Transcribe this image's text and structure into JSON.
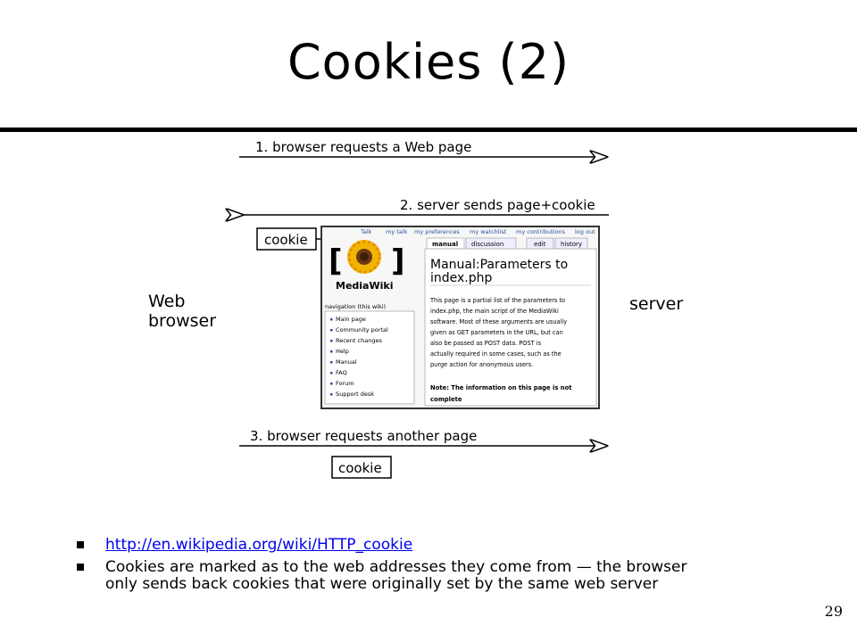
{
  "slide": {
    "title": "Cookies (2)",
    "number": "29"
  },
  "diagram": {
    "step1": "1. browser requests a Web page",
    "step2": "2. server sends page+cookie",
    "step3": "3. browser requests another page",
    "cookie_label": "cookie",
    "client_label_line1": "Web",
    "client_label_line2": "browser",
    "server_label": "server",
    "screenshot": {
      "tabs_top": [
        "Talk",
        "my talk",
        "my preferences",
        "my watchlist",
        "my contributions",
        "log out"
      ],
      "tabs": [
        "manual",
        "discussion",
        "edit",
        "history"
      ],
      "logo_text": "MediaWiki",
      "nav_heading": "navigation (this wiki)",
      "nav_items": [
        "Main page",
        "Community portal",
        "Recent changes",
        "Help",
        "Manual",
        "FAQ",
        "Forum",
        "Support desk"
      ],
      "page_heading_line1": "Manual:Parameters to",
      "page_heading_line2": "index.php",
      "body_lines": [
        "This page is a partial list of the parameters to",
        "index.php, the main script of the MediaWiki",
        "software. Most of these arguments are usually",
        "given as GET parameters in the URL, but can",
        "also be passed as POST data. POST is",
        "actually required in some cases, such as the",
        "purge action for anonymous users."
      ],
      "note_line1": "Note: The information on this page is not",
      "note_line2": "complete"
    }
  },
  "bullets": {
    "link": "http://en.wikipedia.org/wiki/HTTP_cookie",
    "text_line1": "Cookies are marked as to the web addresses they come from — the browser",
    "text_line2": "only sends back cookies that were originally set by the same web server"
  },
  "colors": {
    "link": "#0000ee",
    "screenshot_border": "#333333",
    "logo_blue": "#1f4e8c",
    "sunflower": "#f2b400"
  }
}
